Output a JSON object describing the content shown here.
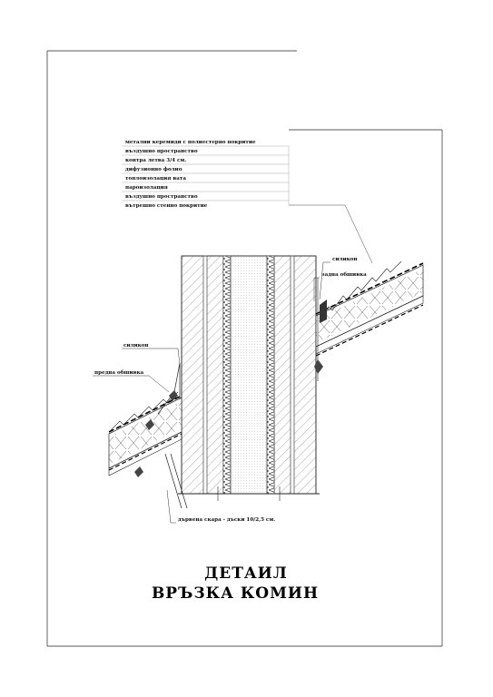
{
  "legend": {
    "layers": [
      "метални керемиди с полиестерно покритие",
      "въздушно пространство",
      "контра летва 3/4 см.",
      "дифузионно фолио",
      "топлоизолация вата",
      "пароизолация",
      "въздушно пространство",
      "вътрешно стенно покритие"
    ]
  },
  "callouts": {
    "silicone_right": "силикон",
    "back_flashing": "задна обшивка",
    "silicone_left": "силикон",
    "front_flashing": "предна обшивка",
    "wood_grating": "дървена скара - дъски 10/2,5 см."
  },
  "title": {
    "line1": "ДЕТАИЛ",
    "line2": "ВРЪЗКА КОМИН"
  }
}
